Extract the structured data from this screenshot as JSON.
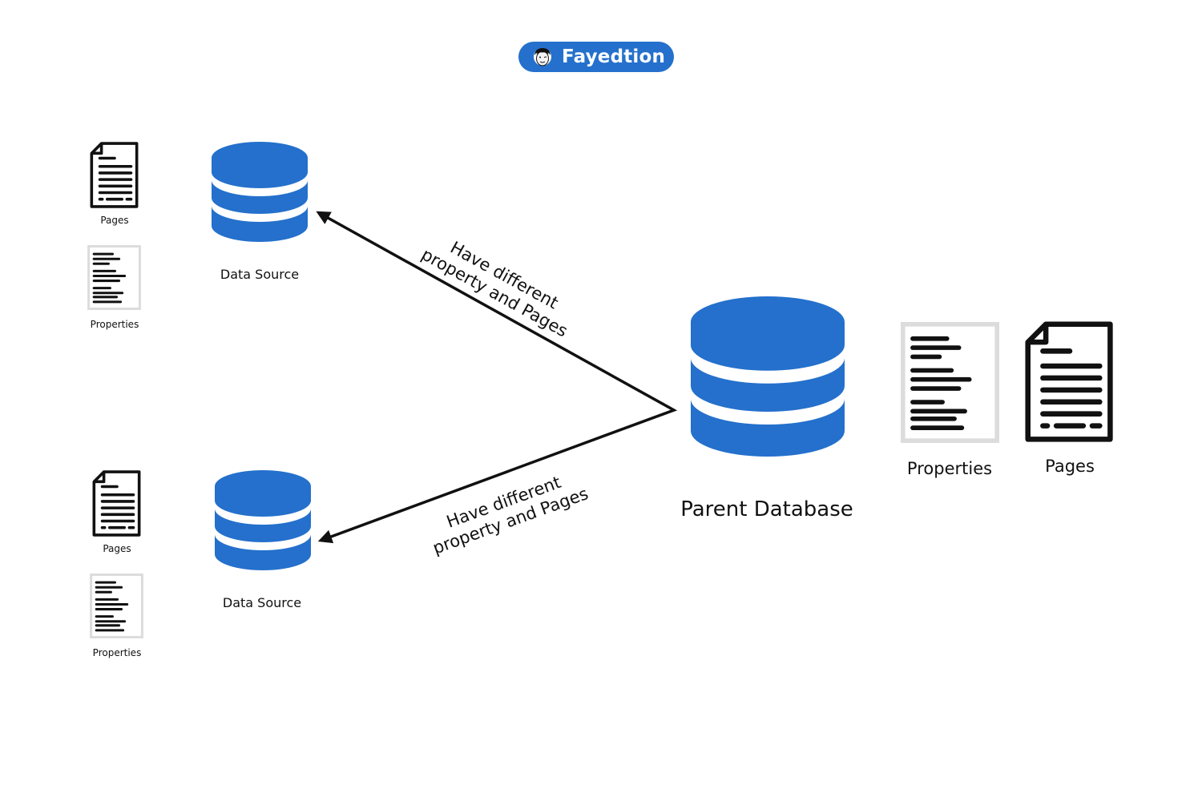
{
  "brand": {
    "name": "Fayedtion",
    "logo_icon": "cartoon-face-icon",
    "color": "#2470cc"
  },
  "colors": {
    "database": "#2470cc",
    "stroke": "#111111",
    "properties_border": "#dcdcdc"
  },
  "parent": {
    "label": "Parent Database",
    "icon": "database-icon",
    "properties_label": "Properties",
    "pages_label": "Pages"
  },
  "sources": [
    {
      "label": "Data Source",
      "icon": "database-icon",
      "pages_label": "Pages",
      "properties_label": "Properties"
    },
    {
      "label": "Data Source",
      "icon": "database-icon",
      "pages_label": "Pages",
      "properties_label": "Properties"
    }
  ],
  "edges": [
    {
      "from": "Parent Database",
      "to": "Data Source (top)",
      "label_line1": "Have different",
      "label_line2": "property and Pages"
    },
    {
      "from": "Parent Database",
      "to": "Data Source (bottom)",
      "label_line1": "Have different",
      "label_line2": "property and Pages"
    }
  ]
}
